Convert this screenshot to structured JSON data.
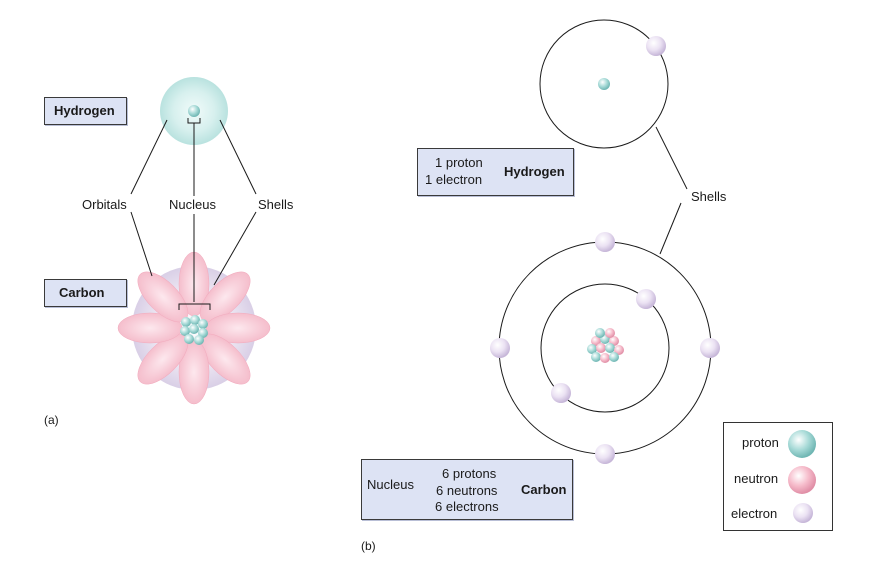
{
  "panel_a": {
    "hydrogen_label": "Hydrogen",
    "carbon_label": "Carbon",
    "orbitals_label": "Orbitals",
    "nucleus_label": "Nucleus",
    "shells_label": "Shells",
    "panel_letter": "(a)"
  },
  "panel_b": {
    "hydrogen_box": {
      "line1": "1 proton",
      "line2": "1 electron",
      "element": "Hydrogen"
    },
    "shells_label": "Shells",
    "carbon_box": {
      "nucleus": "Nucleus",
      "line1": "6 protons",
      "line2": "6 neutrons",
      "line3": "6 electrons",
      "element": "Carbon"
    },
    "panel_letter": "(b)"
  },
  "legend": {
    "items": [
      {
        "label": "proton",
        "color": "#9fd6d4"
      },
      {
        "label": "neutron",
        "color": "#f4b7c8"
      },
      {
        "label": "electron",
        "color": "#e7ddf0"
      }
    ]
  },
  "colors": {
    "box_fill": "#dde3f4",
    "proton": "#9fd6d4",
    "neutron": "#f4b7c8",
    "electron": "#e7ddf0",
    "orbital": "#f7c4cf",
    "hydrogen_cloud": "#c6e9e6"
  }
}
